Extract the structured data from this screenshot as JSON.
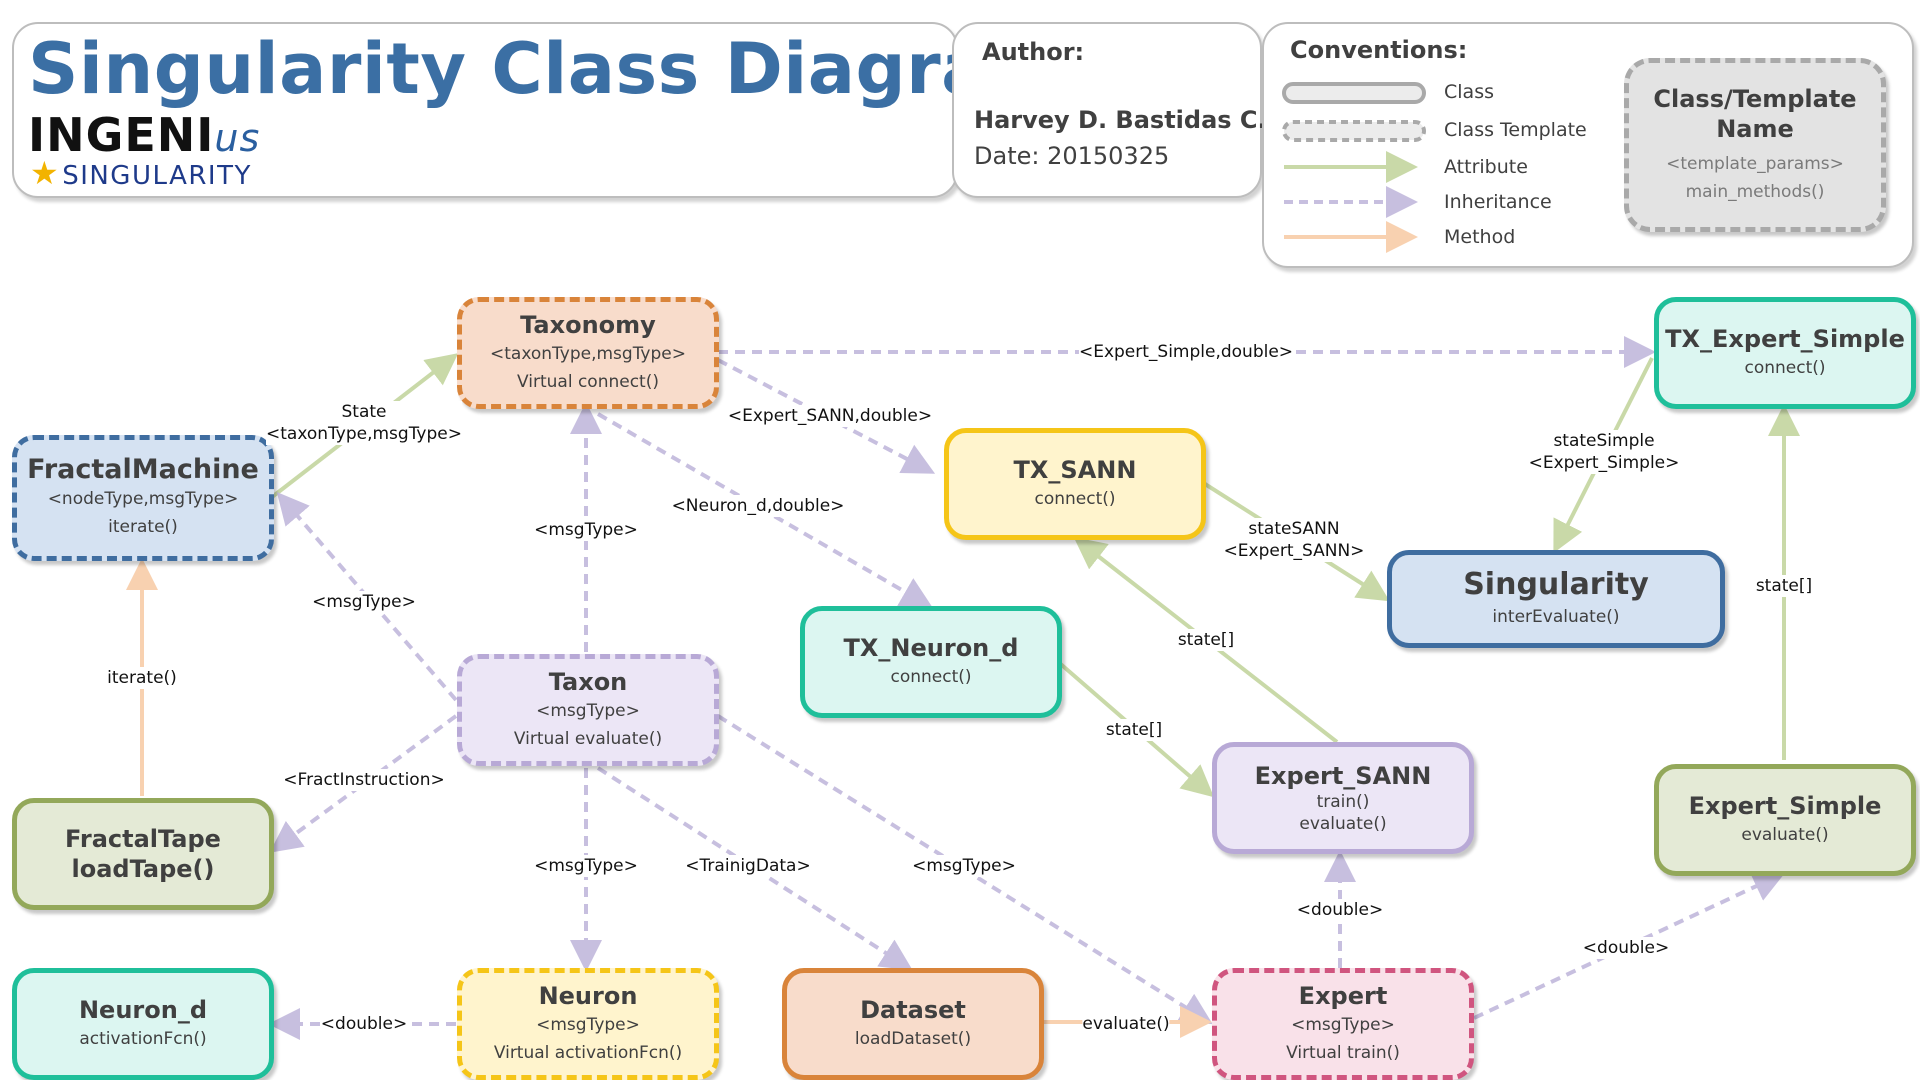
{
  "header": {
    "title": "Singularity Class Diagram",
    "logo_top": "INGENI",
    "logo_top_italic": "us",
    "logo_bottom": "SINGULARITY",
    "author_label": "Author:",
    "author_name": "Harvey D. Bastidas C.",
    "date": "Date: 20150325"
  },
  "conventions": {
    "title": "Conventions:",
    "items": [
      "Class",
      "Class Template",
      "Attribute",
      "Inheritance",
      "Method"
    ],
    "sample_name_line1": "Class/Template",
    "sample_name_line2": "Name",
    "sample_params": "<template_params>",
    "sample_methods": "main_methods()"
  },
  "colors": {
    "attribute": "#c9d9a8",
    "inheritance": "#c7bfdf",
    "method": "#f8d1b0",
    "blue_border": "#3f6da0",
    "orange_border": "#d9843a",
    "yellow_border": "#f5c518",
    "teal_border": "#1fbf9a",
    "green_border": "#93a85a",
    "purple_border": "#b8a9d6",
    "pink_border": "#d0557f"
  },
  "nodes": {
    "taxonomy": {
      "name": "Taxonomy",
      "params": "<taxonType,msgType>",
      "methods": "Virtual connect()"
    },
    "fractal_machine": {
      "name": "FractalMachine",
      "params": "<nodeType,msgType>",
      "methods": "iterate()"
    },
    "tx_sann": {
      "name": "TX_SANN",
      "methods": "connect()"
    },
    "tx_expert_simple": {
      "name": "TX_Expert_Simple",
      "methods": "connect()"
    },
    "singularity": {
      "name": "Singularity",
      "methods": "interEvaluate()"
    },
    "tx_neuron_d": {
      "name": "TX_Neuron_d",
      "methods": "connect()"
    },
    "taxon": {
      "name": "Taxon",
      "params": "<msgType>",
      "methods": "Virtual evaluate()"
    },
    "fractal_tape": {
      "name": "FractalTape",
      "methods": "loadTape()"
    },
    "expert_sann": {
      "name": "Expert_SANN",
      "methods1": "train()",
      "methods2": "evaluate()"
    },
    "expert_simple": {
      "name": "Expert_Simple",
      "methods": "evaluate()"
    },
    "neuron_d": {
      "name": "Neuron_d",
      "methods": "activationFcn()"
    },
    "neuron": {
      "name": "Neuron",
      "params": "<msgType>",
      "methods": "Virtual activationFcn()"
    },
    "dataset": {
      "name": "Dataset",
      "methods": "loadDataset()"
    },
    "expert": {
      "name": "Expert",
      "params": "<msgType>",
      "methods": "Virtual train()"
    }
  },
  "edge_labels": {
    "state_l1": "State",
    "state_l2": "<taxonType,msgType>",
    "expert_simple_double": "<Expert_Simple,double>",
    "expert_sann_double": "<Expert_SANN,double>",
    "neuron_d_double": "<Neuron_d,double>",
    "msgtype_taxon_taxonomy": "<msgType>",
    "msgtype_taxon_fm": "<msgType>",
    "iterate": "iterate()",
    "fract_instruction": "<FractInstruction>",
    "msgtype_neuron": "<msgType>",
    "trainig_data": "<TrainigData>",
    "msgtype_expert": "<msgType>",
    "double_neuron_d": "<double>",
    "evaluate": "evaluate()",
    "double_expert_sann": "<double>",
    "double_expert_simple": "<double>",
    "state_sann_l1": "stateSANN",
    "state_sann_l2": "<Expert_SANN>",
    "state_simple_l1": "stateSimple",
    "state_simple_l2": "<Expert_Simple>",
    "state_expert_sann": "state[]",
    "state_tx_neuron": "state[]",
    "state_expert_simple": "state[]"
  }
}
